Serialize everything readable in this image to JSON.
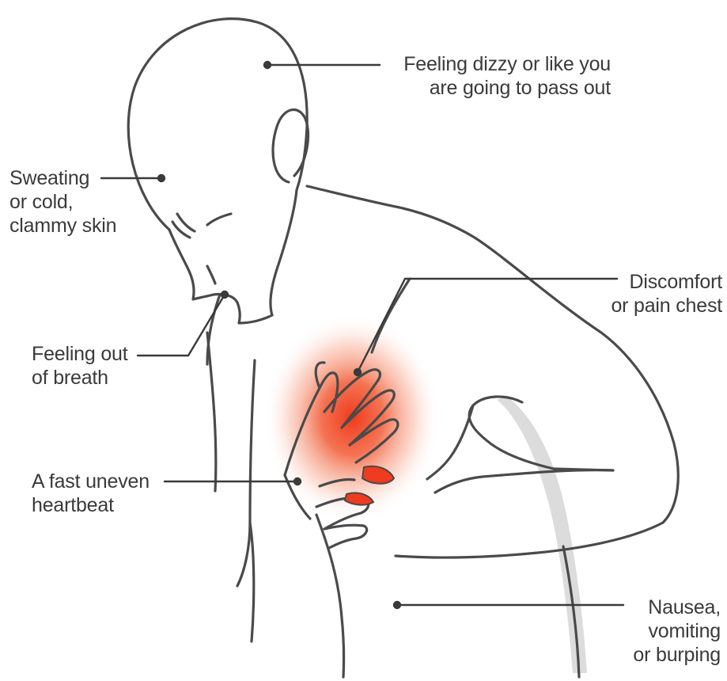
{
  "labels": {
    "dizzy": "Feeling dizzy or like you\nare going to pass out",
    "sweating": "Sweating\nor cold,\nclammy skin",
    "chest": "Discomfort\nor pain chest",
    "breath": "Feeling out\nof breath",
    "heartbeat": "A fast uneven\nheartbeat",
    "nausea": "Nausea,\nvomiting\nor burping"
  },
  "colors": {
    "outline": "#4a4a4a",
    "leader": "#3a3a3a",
    "text": "#3a3a3a",
    "pain_glow": "#f04a2a",
    "shadow": "#dcdcdc"
  }
}
